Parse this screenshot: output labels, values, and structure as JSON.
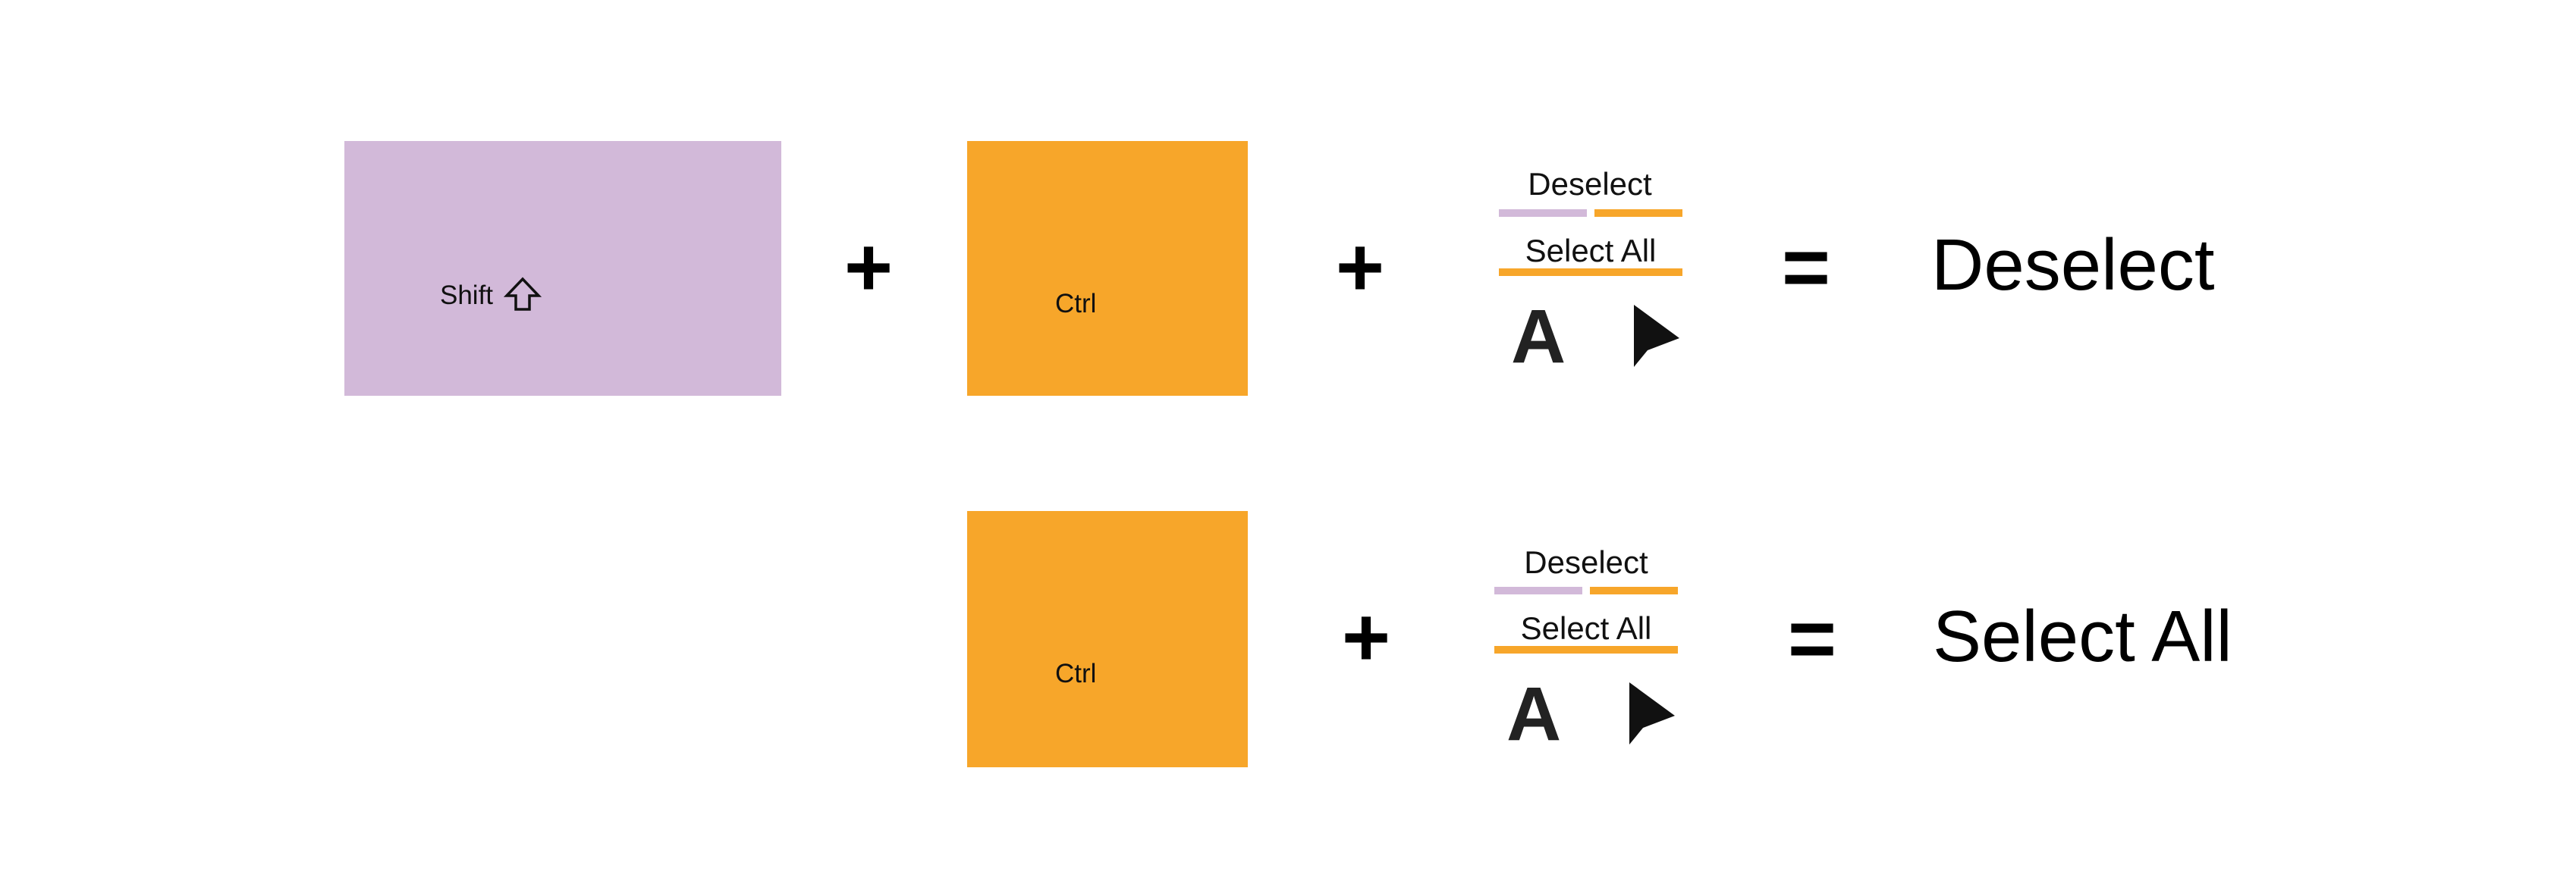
{
  "colors": {
    "shift_key": "#d2b9d9",
    "ctrl_key": "#f7a62a",
    "deselect_bar": "#d2b9d9",
    "select_all_bar": "#f7a62a",
    "text": "#000000"
  },
  "row1": {
    "shift_key": {
      "label": "Shift",
      "icon": "shift-arrow-icon"
    },
    "plus1": "+",
    "ctrl_key": {
      "label": "Ctrl"
    },
    "plus2": "+",
    "legend": {
      "deselect_label": "Deselect",
      "select_all_label": "Select All",
      "letter": "A",
      "icon": "mouse-pointer-icon"
    },
    "equals": "=",
    "result": "Deselect"
  },
  "row2": {
    "ctrl_key": {
      "label": "Ctrl"
    },
    "plus": "+",
    "legend": {
      "deselect_label": "Deselect",
      "select_all_label": "Select All",
      "letter": "A",
      "icon": "mouse-pointer-icon"
    },
    "equals": "=",
    "result": "Select All"
  }
}
